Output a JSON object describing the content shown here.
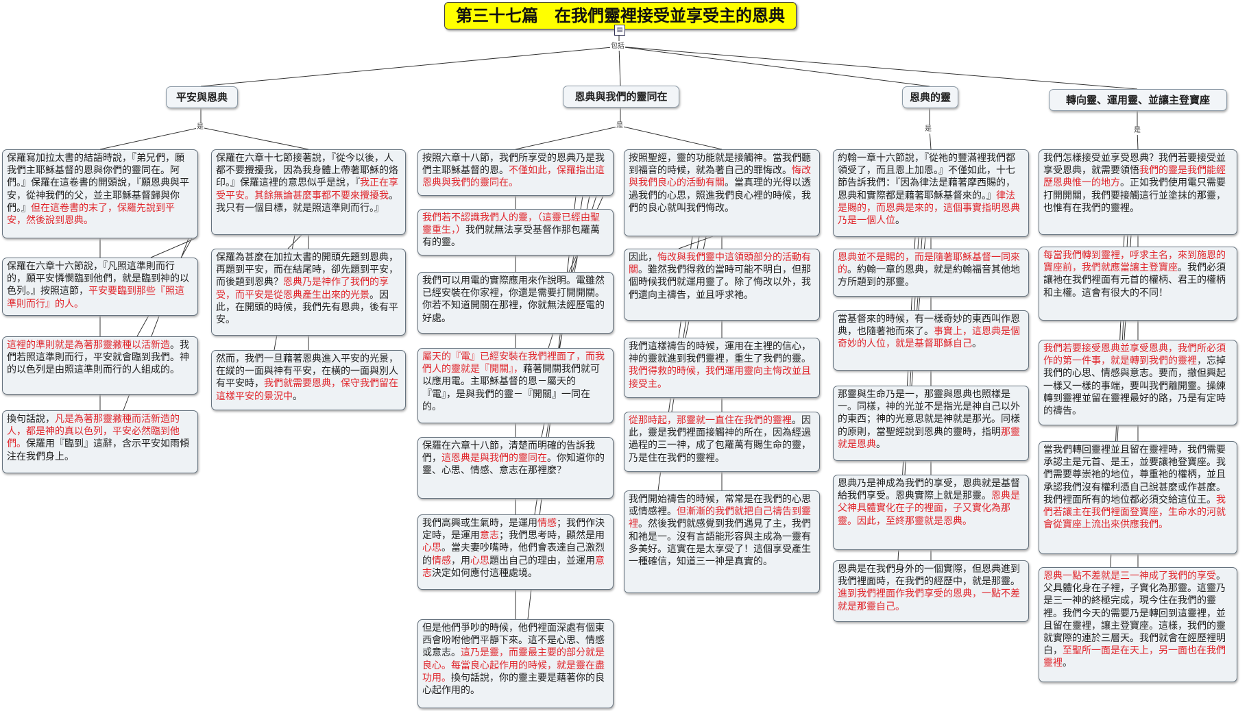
{
  "title": "第三十七篇　在我們靈裡接受並享受主的恩典",
  "hub_label": "包括",
  "link_label": "是",
  "branches": [
    {
      "label": "平安與恩典",
      "notes": [
        [
          {
            "t": "保羅寫加拉太書的結語時說，『弟兄們，願我們主耶穌基督的恩與你們的靈同在。阿們。』保羅在這卷書的開頭說，『願恩典與平安，從神我們的父，並主耶穌基督歸與你們。』"
          },
          {
            "t": "但在這卷書的末了，保羅先說到平安，然後說到恩典。",
            "r": true
          }
        ],
        [
          {
            "t": "保羅在六章十六節說，『凡照這準則而行的，願平安憐憫臨到他們，就是臨到神的以色列。』按照這節，"
          },
          {
            "t": "平安要臨到那些『照這準則而行』的人。",
            "r": true
          }
        ],
        [
          {
            "t": "這裡的準則就是為著那靈撇種以活新造",
            "r": true
          },
          {
            "t": "。我們若照這準則而行，平安就會臨到我們。神的以色列是由照這準則而行的人組成的。"
          }
        ],
        [
          {
            "t": "換句話說，"
          },
          {
            "t": "凡是為著那靈撇種而活新造的人，都是神的真以色列，平安必然臨到他們。",
            "r": true
          },
          {
            "t": "保羅用『臨到』這辭，含示平安如雨傾注在我們身上。"
          }
        ],
        [
          {
            "t": "保羅在六章十七節接著說，『從今以後，人都不要攪擾我，因為我身體上帶著耶穌的烙印。』保羅這裡的意思似乎是說，『"
          },
          {
            "t": "我正在享受平安。其餘無論甚麼事都不要來攪擾我",
            "r": true
          },
          {
            "t": "。我只有一個目標，就是照這準則而行。』"
          }
        ],
        [
          {
            "t": "保羅為甚麼在加拉太書的開頭先題到恩典，再題到平安，而在結尾時，卻先題到平安，而後題到恩典？"
          },
          {
            "t": "恩典乃是神作了我們的享受，而平安是從恩典產生出來的光景",
            "r": true
          },
          {
            "t": "。因此，在開頭的時候，我們先有恩典，後有平安。"
          }
        ],
        [
          {
            "t": "然而，我們一旦藉著恩典進入平安的光景，在縱的一面與神有平安，在橫的一面與別人有平安時，"
          },
          {
            "t": "我們就需要恩典，保守我們留在這樣平安的景況中",
            "r": true
          },
          {
            "t": "。"
          }
        ]
      ]
    },
    {
      "label": "恩典與我們的靈同在",
      "notes": [
        [
          {
            "t": "按照六章十八節，我們所享受的恩典乃是我們主耶穌基督的恩。"
          },
          {
            "t": "不僅如此，保羅指出這恩典與我們的靈同在。",
            "r": true
          }
        ],
        [
          {
            "t": "我們若不認識我們人的靈，（這靈已經由聖靈重生，）",
            "r": true
          },
          {
            "t": "我們就無法享受基督作那包羅萬有的靈。"
          }
        ],
        [
          {
            "t": "我們可以用電的實際應用來作說明。電雖然已經安裝在你家裡，你還是需要打開開關。你若不知道開關在那裡，你就無法經歷電的好處。"
          }
        ],
        [
          {
            "t": "屬天的『電』已經安裝在我們裡面了，而我們人的靈就是『開關』，",
            "r": true
          },
          {
            "t": "藉著開關我們就可以應用電。主耶穌基督的恩－屬天的『電』，是與我們的靈－『開關』一同在的。"
          }
        ],
        [
          {
            "t": "保羅在六章十八節，清楚而明確的告訴我們，"
          },
          {
            "t": "這恩典是與我們的靈同在",
            "r": true
          },
          {
            "t": "。你知道你的靈、心思、情感、意志在那裡麼？"
          }
        ],
        [
          {
            "t": "我們高興或生氣時，是運用"
          },
          {
            "t": "情感",
            "r": true
          },
          {
            "t": "；我們作決定時，是運用"
          },
          {
            "t": "意志",
            "r": true
          },
          {
            "t": "；我們思考時，顯然是用"
          },
          {
            "t": "心思",
            "r": true
          },
          {
            "t": "。當夫妻吵嘴時，他們會表達自己激烈的"
          },
          {
            "t": "情感",
            "r": true
          },
          {
            "t": "，用"
          },
          {
            "t": "心思",
            "r": true
          },
          {
            "t": "題出自己的理由，並運用"
          },
          {
            "t": "意志",
            "r": true
          },
          {
            "t": "決定如何應付這種處境。"
          }
        ],
        [
          {
            "t": "但是他們爭吵的時候，他們裡面深處有個東西會吩咐他們平靜下來。這不是心思、情感或意志。"
          },
          {
            "t": "這乃是靈，而靈最主要的部分就是良心。每當良心起作用的時候，就是靈在盡功用。",
            "r": true
          },
          {
            "t": "換句話說，你的靈主要是藉著你的良心起作用的。"
          }
        ],
        [
          {
            "t": "按照聖經，靈的功能就是接觸神。當我們聽到福音的時候，就為著自己的罪悔改。"
          },
          {
            "t": "悔改與我們良心的活動有關",
            "r": true
          },
          {
            "t": "。當真理的光得以透過我們的心思，照進我們良心裡的時候，我們的良心就叫我們悔改。"
          }
        ],
        [
          {
            "t": "因此，"
          },
          {
            "t": "悔改與我們靈中這領頭部分的活動有關",
            "r": true
          },
          {
            "t": "。雖然我們得救的當時可能不明白，但那個時候我們就運用靈了。除了悔改以外，我們還向主禱告，並且呼求祂。"
          }
        ],
        [
          {
            "t": "我們這樣禱告的時候，運用在主裡的信心，神的靈就進到我們靈裡，重生了我們的靈。"
          },
          {
            "t": "我們得救的時候，我們運用靈向主悔改並且接受主。",
            "r": true
          }
        ],
        [
          {
            "t": "從那時起，那靈就一直住在我們的靈裡",
            "r": true
          },
          {
            "t": "。因此，靈是我們裡面接觸神的所在，因為經過過程的三一神，成了包羅萬有賜生命的靈，乃是住在我們的靈裡。"
          }
        ],
        [
          {
            "t": "我們開始禱告的時候，常常是在我們的心思或情感裡。"
          },
          {
            "t": "但漸漸的我們就把自己禱告到靈裡",
            "r": true
          },
          {
            "t": "。然後我們就感覺到我們遇見了主，我們和祂是一。沒有言語能形容與主成為一靈有多美好。這實在是太享受了！這個享受產生一種確信，知道三一神是真實的。"
          }
        ]
      ]
    },
    {
      "label": "恩典的靈",
      "notes": [
        [
          {
            "t": "約翰一章十六節說，『從祂的豐滿裡我們都領受了，而且恩上加恩。』不僅如此，十七節告訴我們：『因為律法是藉著摩西賜的，恩典和實際都是藉著耶穌基督來的。』"
          },
          {
            "t": "律法是賜的，而恩典是來的，這個事實指明恩典乃是一個人位",
            "r": true
          },
          {
            "t": "。"
          }
        ],
        [
          {
            "t": "恩典並不是賜的，而是隨著耶穌基督一同來的",
            "r": true
          },
          {
            "t": "。約翰一章的恩典，就是約翰福音其他地方所題到的那靈。"
          }
        ],
        [
          {
            "t": "當基督來的時候，有一樣奇妙的東西叫作恩典，也隨著祂而來了。"
          },
          {
            "t": "事實上，這恩典是個奇妙的人位，就是基督耶穌自己",
            "r": true
          },
          {
            "t": "。"
          }
        ],
        [
          {
            "t": "那靈與生命乃是一，那靈與恩典也照樣是一。同樣，神的光並不是指光是神自己以外的東西；神的光意思就是神就是那光。同樣的原則，當聖經說到恩典的靈時，指明"
          },
          {
            "t": "那靈就是恩典",
            "r": true
          },
          {
            "t": "。"
          }
        ],
        [
          {
            "t": "恩典乃是神成為我們的享受，恩典就是基督給我們享受。恩典實際上就是那靈。"
          },
          {
            "t": "恩典是父神具體實化在子的裡面，子又實化為那靈。因此，至終那靈就是恩典。",
            "r": true
          }
        ],
        [
          {
            "t": "恩典是在我們身外的一個實際，但恩典進到我們裡面時，在我們的經歷中，就是那靈。"
          },
          {
            "t": "進到我們裡面作我們享受的恩典，一點不差就是那靈自己。",
            "r": true
          }
        ]
      ]
    },
    {
      "label": "轉向靈、運用靈、並讓主登寶座",
      "notes": [
        [
          {
            "t": "我們怎樣接受並享受恩典？我們若要接受並享受恩典，就需要領悟"
          },
          {
            "t": "我們的靈是我們能經歷恩典惟一的地方",
            "r": true
          },
          {
            "t": "。正如我們使用電只需要打開開關，我們要接觸這行並塗抹的那靈，也惟有在我們的靈裡。"
          }
        ],
        [
          {
            "t": "每當我們轉到靈裡，呼求主名，來到施恩的寶座前，我們就應當讓主登寶座",
            "r": true
          },
          {
            "t": "。我們必須讓祂在我們裡面有元首的權柄、君王的權柄和主權。這會有很大的不同！"
          }
        ],
        [
          {
            "t": "我們若要接受恩典並享受恩典，我們所必須作的第一件事，就是轉到我們的靈裡",
            "r": true
          },
          {
            "t": "，忘掉我們的心思、情感與意志。要而，撤但興起一樣又一樣的事端，要叫我們離開靈。操練轉到靈裡並留在靈裡最好的路，乃是有定時的禱告。"
          }
        ],
        [
          {
            "t": "當我們轉回靈裡並且留在靈裡時，我們需要承認主是元首、是王，並要讓祂登寶座。我們需要尊崇祂的地位，尊重祂的權柄，並且承認我們沒有權利憑自己說甚麼或作甚麼。我們裡面所有的地位都必須交給這位王。"
          },
          {
            "t": "我們若讓主在我們裡面登寶座，生命水的河就會從寶座上流出來供應我們。",
            "r": true
          }
        ],
        [
          {
            "t": "恩典一點不差就是三一神成了我們的享受",
            "r": true
          },
          {
            "t": "。父具體化身在子裡，子實化為那靈。這靈乃是三一神的終極完成，現今住在我們的靈裡。我們今天的需要乃是轉回到這靈裡，並且留在靈裡，讓主登寶座。這樣，我們的靈就實際的連於三層天。我們就會在經歷裡明白，"
          },
          {
            "t": "至聖所一面是在天上，另一面也在我們靈裡",
            "r": true
          },
          {
            "t": "。"
          }
        ]
      ]
    }
  ]
}
